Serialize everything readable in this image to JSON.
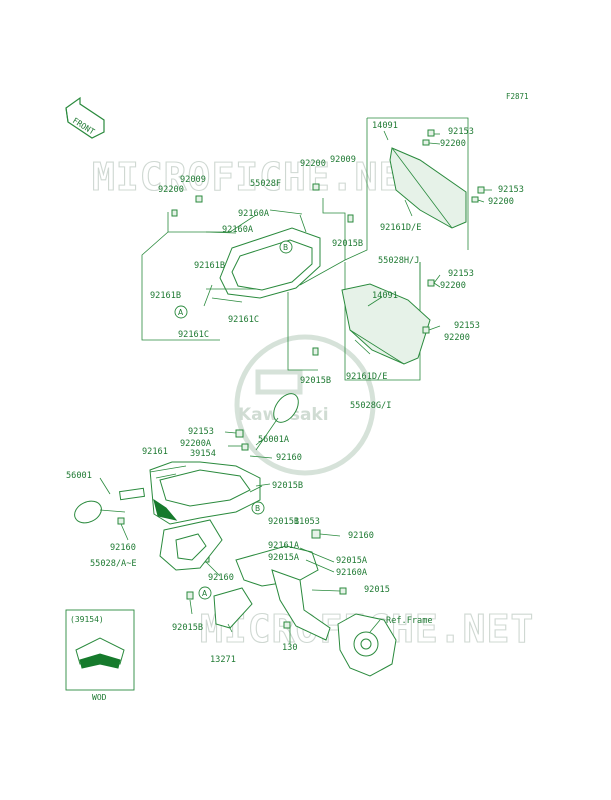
{
  "diagram": {
    "page_code": "F2871",
    "front_label": "FRONT",
    "watermarks": {
      "site_top": "MICROFICHE.NET",
      "site_bottom": "MICROFICHE.NET",
      "logo_text": "Kawasaki"
    },
    "callout_markers": {
      "a": "A",
      "b": "B"
    },
    "part_labels": [
      "92153",
      "92200",
      "14091",
      "92153",
      "92200",
      "92200",
      "92009",
      "92009",
      "92200",
      "55028F",
      "92160A",
      "92160A",
      "92015B",
      "92161D/E",
      "55028H/J",
      "92161B",
      "92161B",
      "92161C",
      "92161C",
      "92153",
      "92200",
      "14091",
      "92153",
      "92200",
      "92015B",
      "92161D/E",
      "55028G/I",
      "92153",
      "92200A",
      "56001A",
      "92161",
      "39154",
      "92160",
      "56001",
      "92015B",
      "11053",
      "92160",
      "92015B",
      "92161A",
      "92015A",
      "92015A",
      "92160A",
      "92160",
      "55028/A~E",
      "92160",
      "92015",
      "92015B",
      "Ref.Frame",
      "13271",
      "130"
    ],
    "inset": {
      "part_number": "(39154)",
      "variant": "WOD"
    }
  }
}
